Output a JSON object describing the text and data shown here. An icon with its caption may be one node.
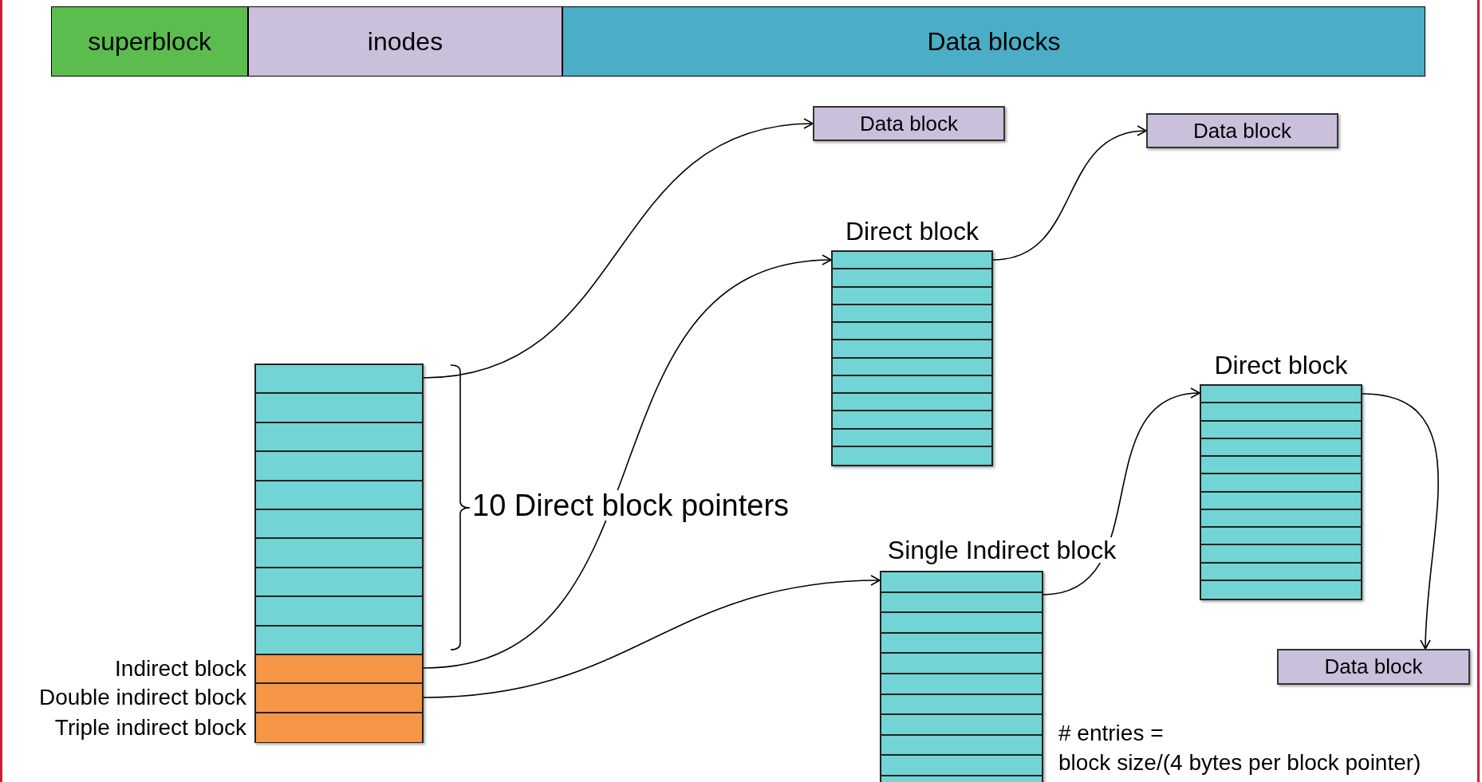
{
  "diagram": {
    "nodes": [
      {
        "text": [
          "superblock"
        ]
      },
      {
        "text": [
          "inodes"
        ]
      },
      {
        "text": [
          "Data blocks"
        ]
      },
      {
        "text": [],
        "shape": "box"
      },
      {
        "text": [],
        "shape": "bar",
        "in": 3
      },
      {
        "text": [
          "Indirect block"
        ],
        "in": 3
      },
      {
        "text": [
          "Double indirect block"
        ],
        "in": 3
      },
      {
        "text": [
          "Triple indirect block"
        ],
        "in": 3
      },
      {
        "text": [
          "Data block"
        ]
      },
      {
        "text": [
          "Direct block"
        ]
      },
      {
        "text": [
          "Data block"
        ]
      },
      {
        "text": [
          "Single Indirect block"
        ]
      },
      {
        "text": [
          "Direct block"
        ]
      },
      {
        "text": [
          "Data block"
        ]
      }
    ],
    "edges": [
      {
        "from": 4,
        "to": 8,
        "arrow": "to"
      },
      {
        "from": 5,
        "to": 9,
        "arrow": "to"
      },
      {
        "from": 9,
        "to": 10,
        "arrow": "to"
      },
      {
        "from": 6,
        "to": 11,
        "arrow": "to"
      },
      {
        "from": 11,
        "to": 12,
        "arrow": "to"
      },
      {
        "from": 12,
        "to": 13,
        "arrow": "to"
      }
    ],
    "labels": [
      "10 Direct block pointers",
      "# entries =",
      "block size/(4 bytes per block pointer)"
    ]
  }
}
